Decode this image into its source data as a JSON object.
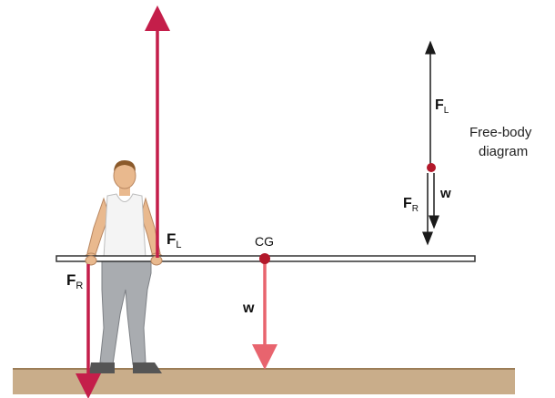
{
  "labels": {
    "fl_main": "F",
    "fl_main_sub": "L",
    "fr_main": "F",
    "fr_main_sub": "R",
    "cg": "CG",
    "w_main": "w",
    "fbd_fl": "F",
    "fbd_fl_sub": "L",
    "fbd_fr": "F",
    "fbd_fr_sub": "R",
    "fbd_w": "w",
    "fbd_title_line1": "Free-body",
    "fbd_title_line2": "diagram"
  },
  "colors": {
    "force_arrow": "#c41e4a",
    "weight_arrow": "#e8646e",
    "cg_dot": "#b3182a",
    "fbd_arrow": "#1a1a1a",
    "floor": "#c9ad8a",
    "floor_edge": "#9c7d57",
    "bar": "#ffffff",
    "bar_outline": "#333333",
    "skin": "#e9b98e",
    "pants": "#a9acb0",
    "shirt": "#f4f4f4",
    "hair": "#8b5a2b",
    "shoes": "#555555"
  }
}
